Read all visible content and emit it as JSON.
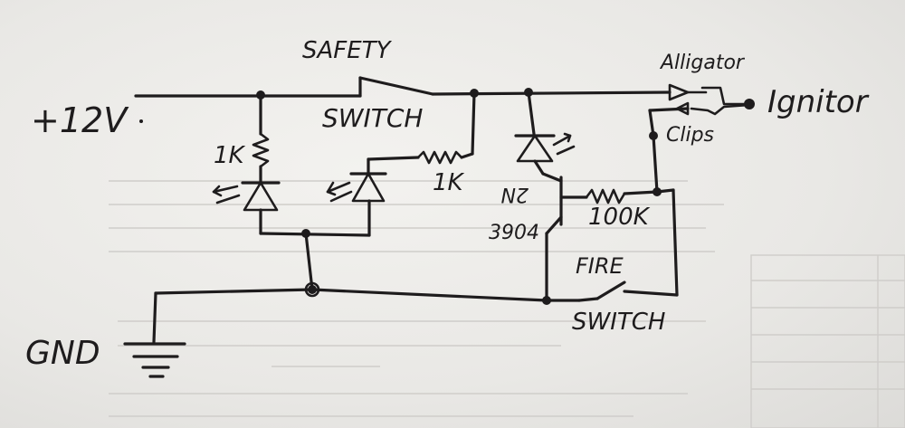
{
  "labels": {
    "supply": "+12V",
    "ground": "GND",
    "safety_top": "SAFETY",
    "safety_bottom": "SWITCH",
    "resistor_left": "1K",
    "resistor_mid": "1K",
    "resistor_right": "100K",
    "transistor_line1": "2N",
    "transistor_line2": "3904",
    "clips_top": "Alligator",
    "clips_bottom": "Clips",
    "igniter": "Ignitor",
    "fire_top": "FIRE",
    "fire_bottom": "SWITCH"
  },
  "colors": {
    "ink": "#1e1c1d",
    "paper": "#ecebe8"
  }
}
